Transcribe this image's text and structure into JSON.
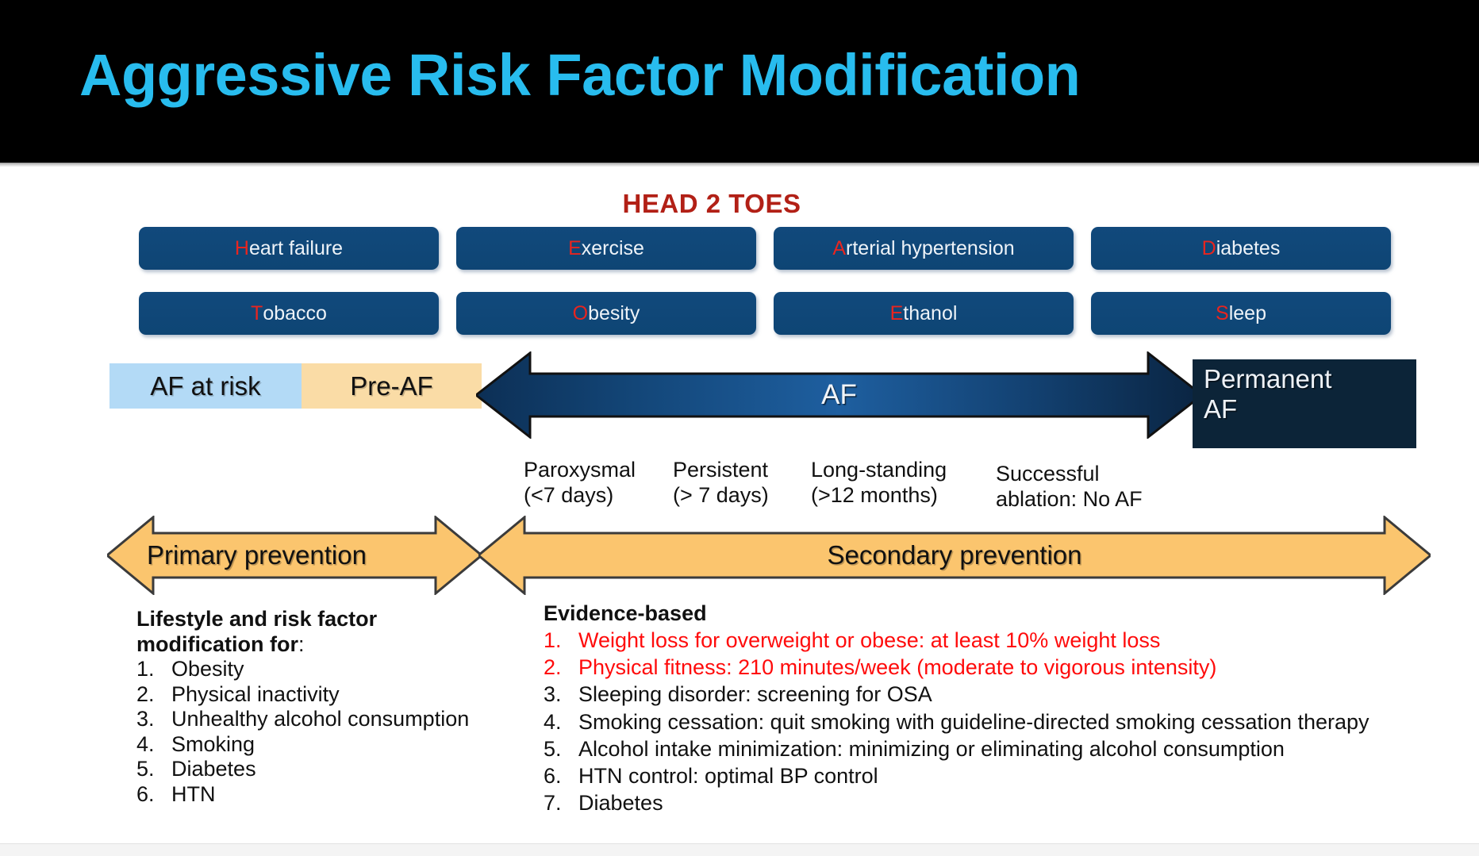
{
  "header": {
    "title": "Aggressive Risk Factor Modification",
    "title_color": "#28BCEE",
    "background_color": "#000000"
  },
  "diagram": {
    "mnemonic_title": "HEAD 2 TOES",
    "mnemonic_color": "#B22016",
    "pill_color": "#0F4C81",
    "pill_first_letter_color": "#E8251F",
    "risk_factors": [
      {
        "first": "H",
        "rest": "eart failure"
      },
      {
        "first": "E",
        "rest": "xercise"
      },
      {
        "first": "A",
        "rest": "rterial hypertension"
      },
      {
        "first": "D",
        "rest": "iabetes"
      },
      {
        "first": "T",
        "rest": "obacco"
      },
      {
        "first": "O",
        "rest": "besity"
      },
      {
        "first": "E",
        "rest": "thanol"
      },
      {
        "first": "S",
        "rest": "leep"
      }
    ],
    "stage_bar": {
      "at_risk_label": "AF at risk",
      "at_risk_color": "#B3DAF6",
      "pre_af_label": "Pre-AF",
      "pre_af_color": "#FADCA6",
      "af_arrow_label": "AF",
      "af_arrow_color_dark": "#0C2F55",
      "af_arrow_color_mid": "#1E5FA0",
      "permanent_af_line1": "Permanent",
      "permanent_af_line2": "AF",
      "permanent_af_color": "#0C2438"
    },
    "stage_descriptions": [
      {
        "line1": "Paroxysmal",
        "line2": "(<7 days)"
      },
      {
        "line1": "Persistent",
        "line2": "(> 7 days)"
      },
      {
        "line1": "Long-standing",
        "line2": "(>12 months)"
      },
      {
        "line1": "Successful",
        "line2": "ablation:  No AF"
      }
    ],
    "prevention": {
      "primary_label": "Primary prevention",
      "secondary_label": "Secondary prevention",
      "arrow_color": "#FBC56E"
    }
  },
  "left_panel": {
    "heading_line1": "Lifestyle and risk factor",
    "heading_line2": "modification for",
    "heading_suffix": ":",
    "items": [
      {
        "num": "1.",
        "text": "Obesity"
      },
      {
        "num": "2.",
        "text": "Physical inactivity"
      },
      {
        "num": "3.",
        "text": "Unhealthy alcohol consumption"
      },
      {
        "num": "4.",
        "text": "Smoking"
      },
      {
        "num": "5.",
        "text": "Diabetes"
      },
      {
        "num": "6.",
        "text": "HTN"
      }
    ]
  },
  "right_panel": {
    "heading": "Evidence-based",
    "highlight_color": "#FF0B0B",
    "items": [
      {
        "num": "1.",
        "text": "Weight loss for overweight or obese: at least 10% weight loss",
        "highlight": true
      },
      {
        "num": "2.",
        "text": "Physical fitness: 210 minutes/week (moderate to vigorous intensity)",
        "highlight": true
      },
      {
        "num": "3.",
        "text": "Sleeping disorder: screening for OSA",
        "highlight": false
      },
      {
        "num": "4.",
        "text": "Smoking cessation: quit smoking with guideline-directed smoking cessation therapy",
        "highlight": false
      },
      {
        "num": "5.",
        "text": "Alcohol intake minimization: minimizing or eliminating alcohol consumption",
        "highlight": false
      },
      {
        "num": "6.",
        "text": "HTN control: optimal BP control",
        "highlight": false
      },
      {
        "num": "7.",
        "text": "Diabetes",
        "highlight": false
      }
    ]
  }
}
